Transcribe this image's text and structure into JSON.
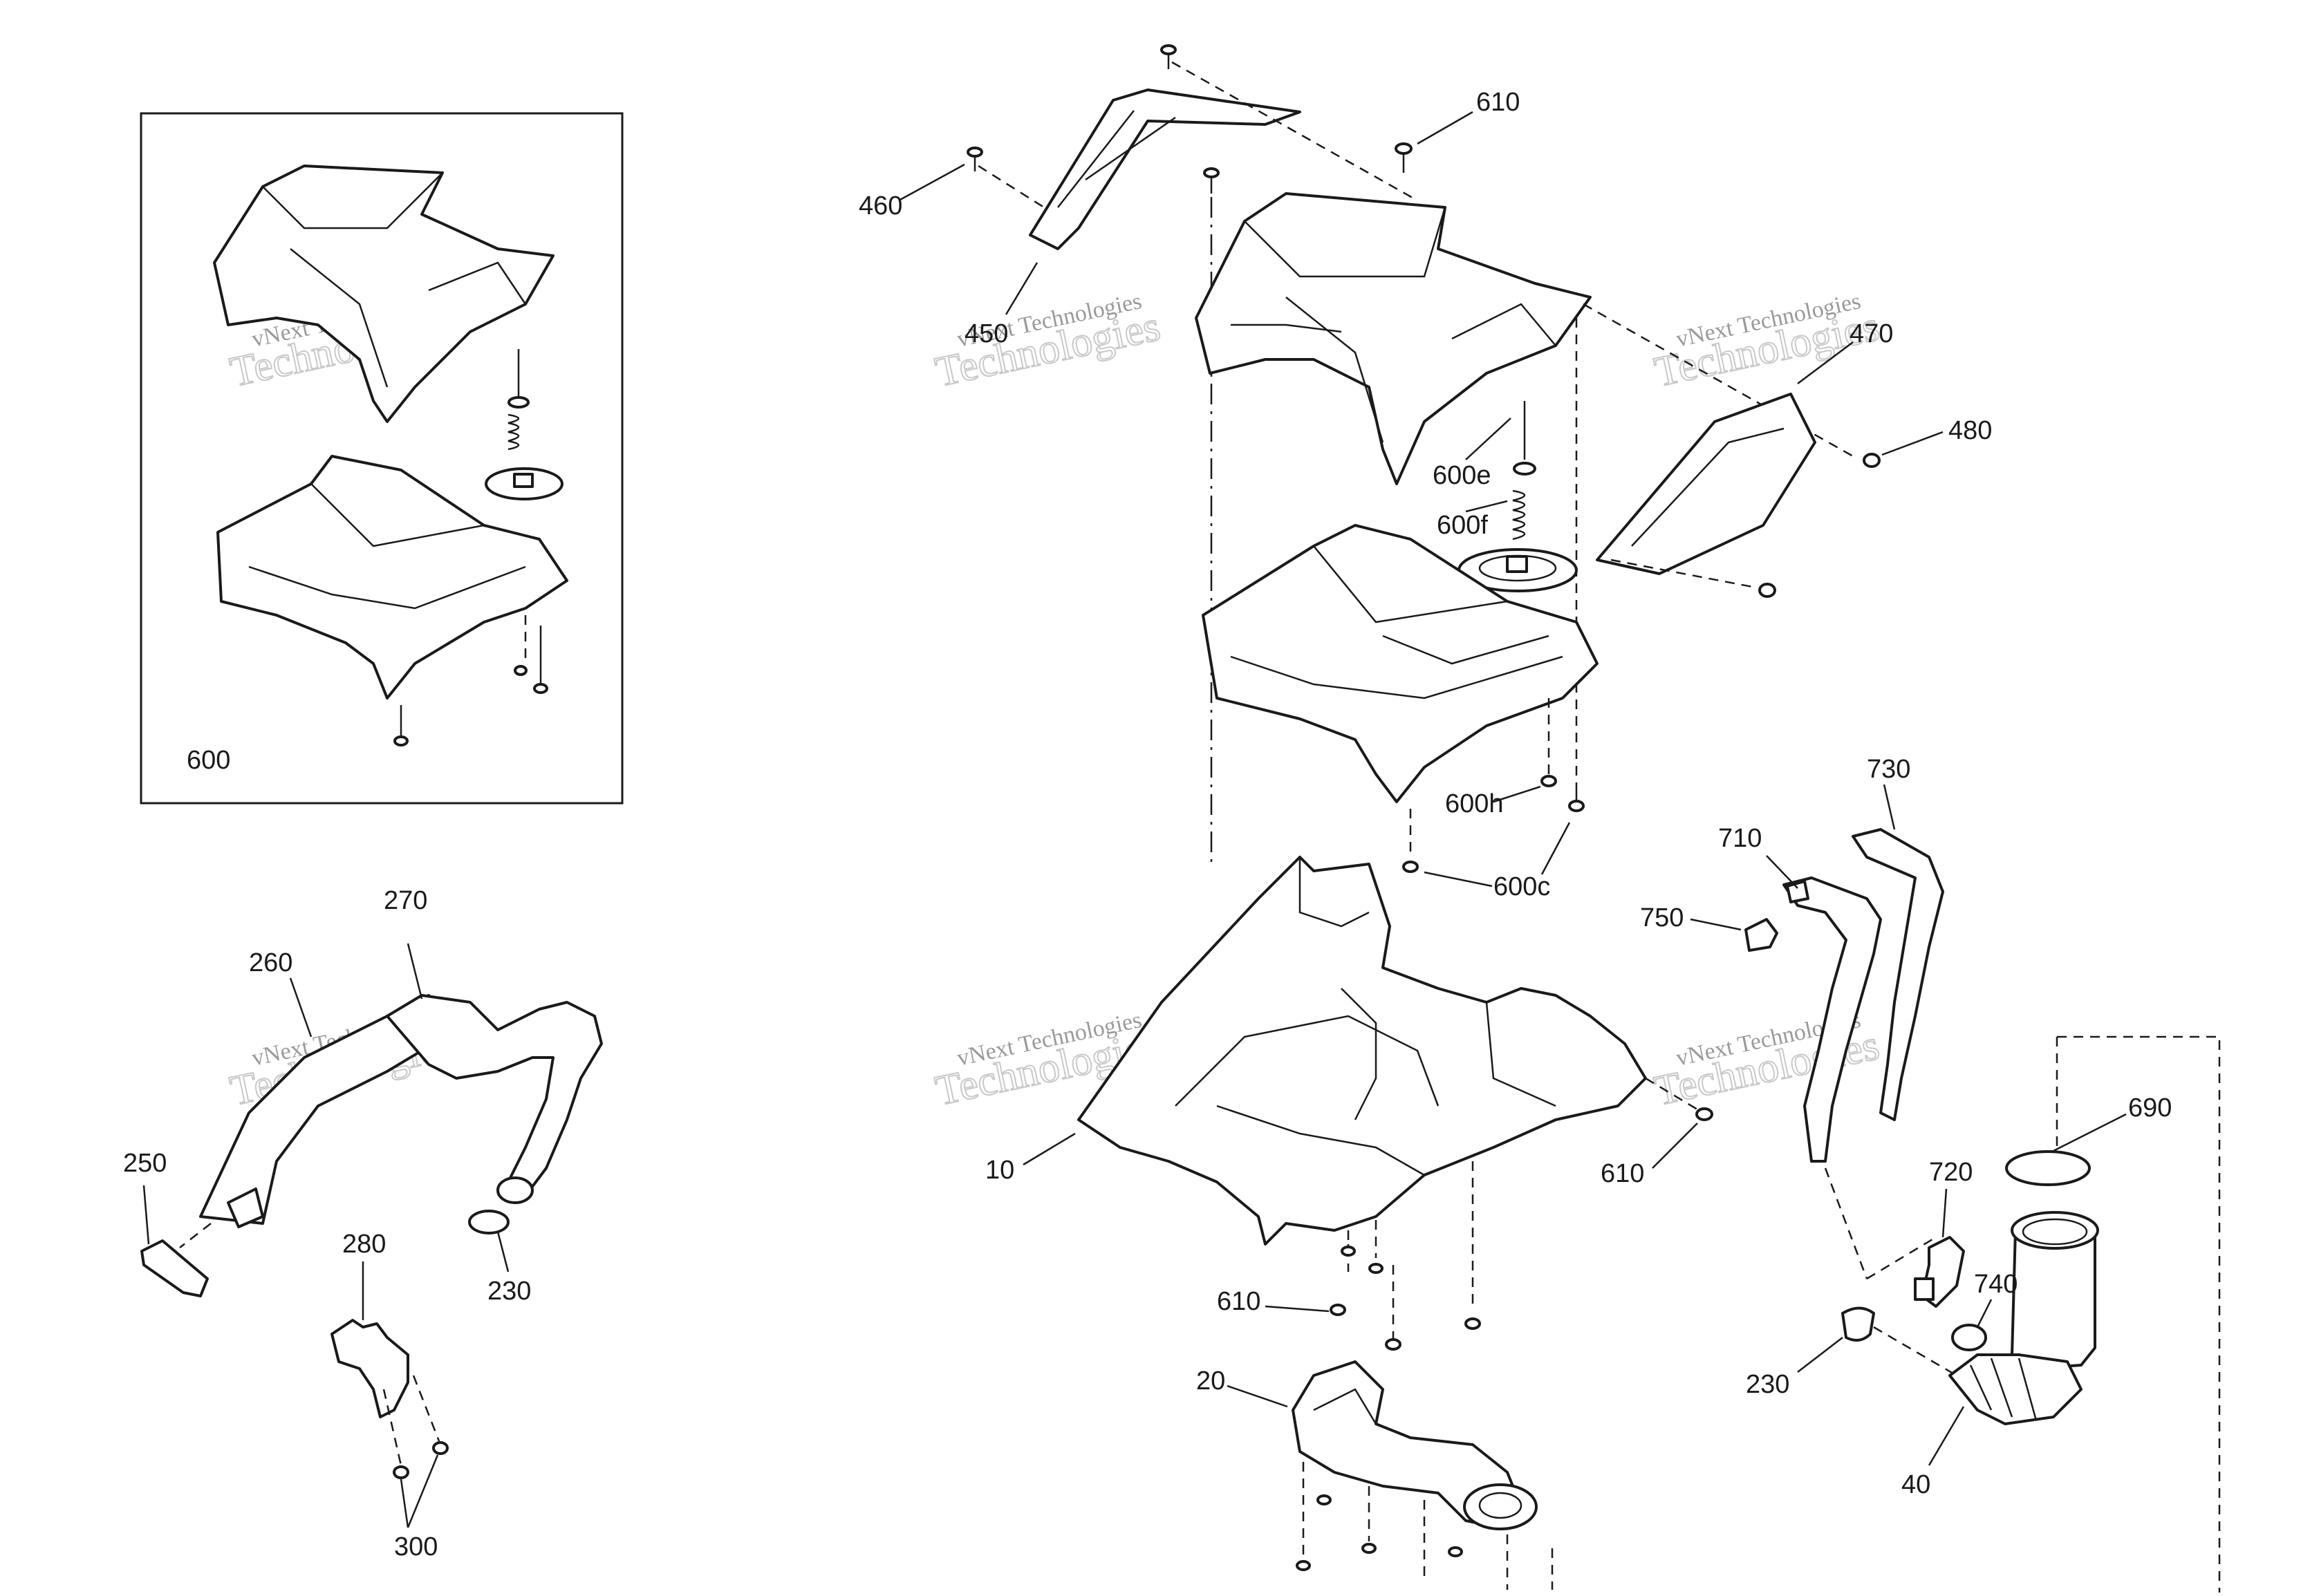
{
  "diagram": {
    "inset_label": "600",
    "callouts": {
      "c460": "460",
      "c450": "450",
      "c610_top": "610",
      "c470": "470",
      "c480": "480",
      "c600e": "600e",
      "c600f": "600f",
      "c600h": "600h",
      "c600c": "600c",
      "c270": "270",
      "c260": "260",
      "c250": "250",
      "c230_left": "230",
      "c280": "280",
      "c300": "300",
      "c10": "10",
      "c610_mid": "610",
      "c610_low": "610",
      "c20": "20",
      "c730": "730",
      "c710": "710",
      "c750": "750",
      "c690": "690",
      "c720": "720",
      "c740": "740",
      "c230_right": "230",
      "c40": "40"
    },
    "watermark": {
      "line1": "vNext Technologies",
      "line2": "Technologies"
    }
  }
}
